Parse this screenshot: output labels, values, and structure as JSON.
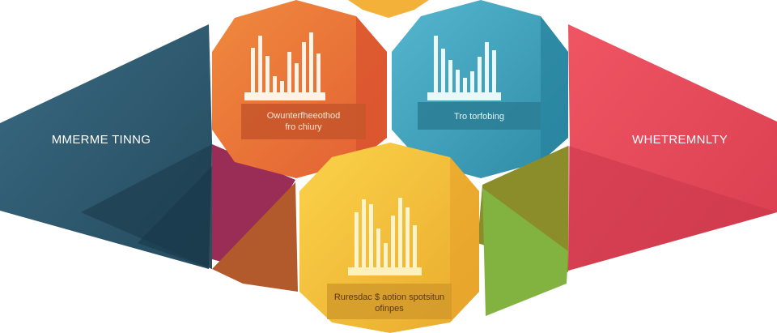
{
  "left_panel": {
    "label": "MMERME TINNG",
    "color": "#2f5b72",
    "text_color": "#ffffff"
  },
  "right_panel": {
    "label": "WHETREMNLTY",
    "color": "#e84a5a",
    "text_color": "#ffffff"
  },
  "hexagons": [
    {
      "id": "orange",
      "color": "#ec7a3a",
      "label_lines": [
        "Owunterfheeothod",
        "fro chiury"
      ],
      "icon": "bar-chart-icon"
    },
    {
      "id": "teal",
      "color": "#3aa3bf",
      "label_lines": [
        "Tro torfobing"
      ],
      "icon": "bar-chart-icon"
    },
    {
      "id": "yellow",
      "color": "#f2c13a",
      "label_lines": [
        "Ruresdac $ aotion spotsitun",
        "ofinpes"
      ],
      "icon": "bar-chart-icon"
    }
  ],
  "accent_colors": {
    "purple": "#9a2d55",
    "olive": "#8a8d2a",
    "green": "#82b240",
    "top": "#f3b13a"
  }
}
